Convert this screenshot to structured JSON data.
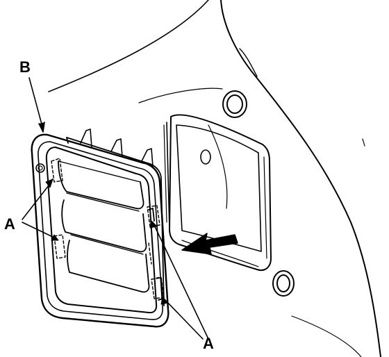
{
  "labels": {
    "b": "B",
    "a_left": "A",
    "a_bottom": "A"
  },
  "icons": {
    "removal_arrow": "arrow-icon",
    "clips": "clip-icon"
  },
  "colors": {
    "ink": "#000000",
    "paper": "#ffffff"
  }
}
